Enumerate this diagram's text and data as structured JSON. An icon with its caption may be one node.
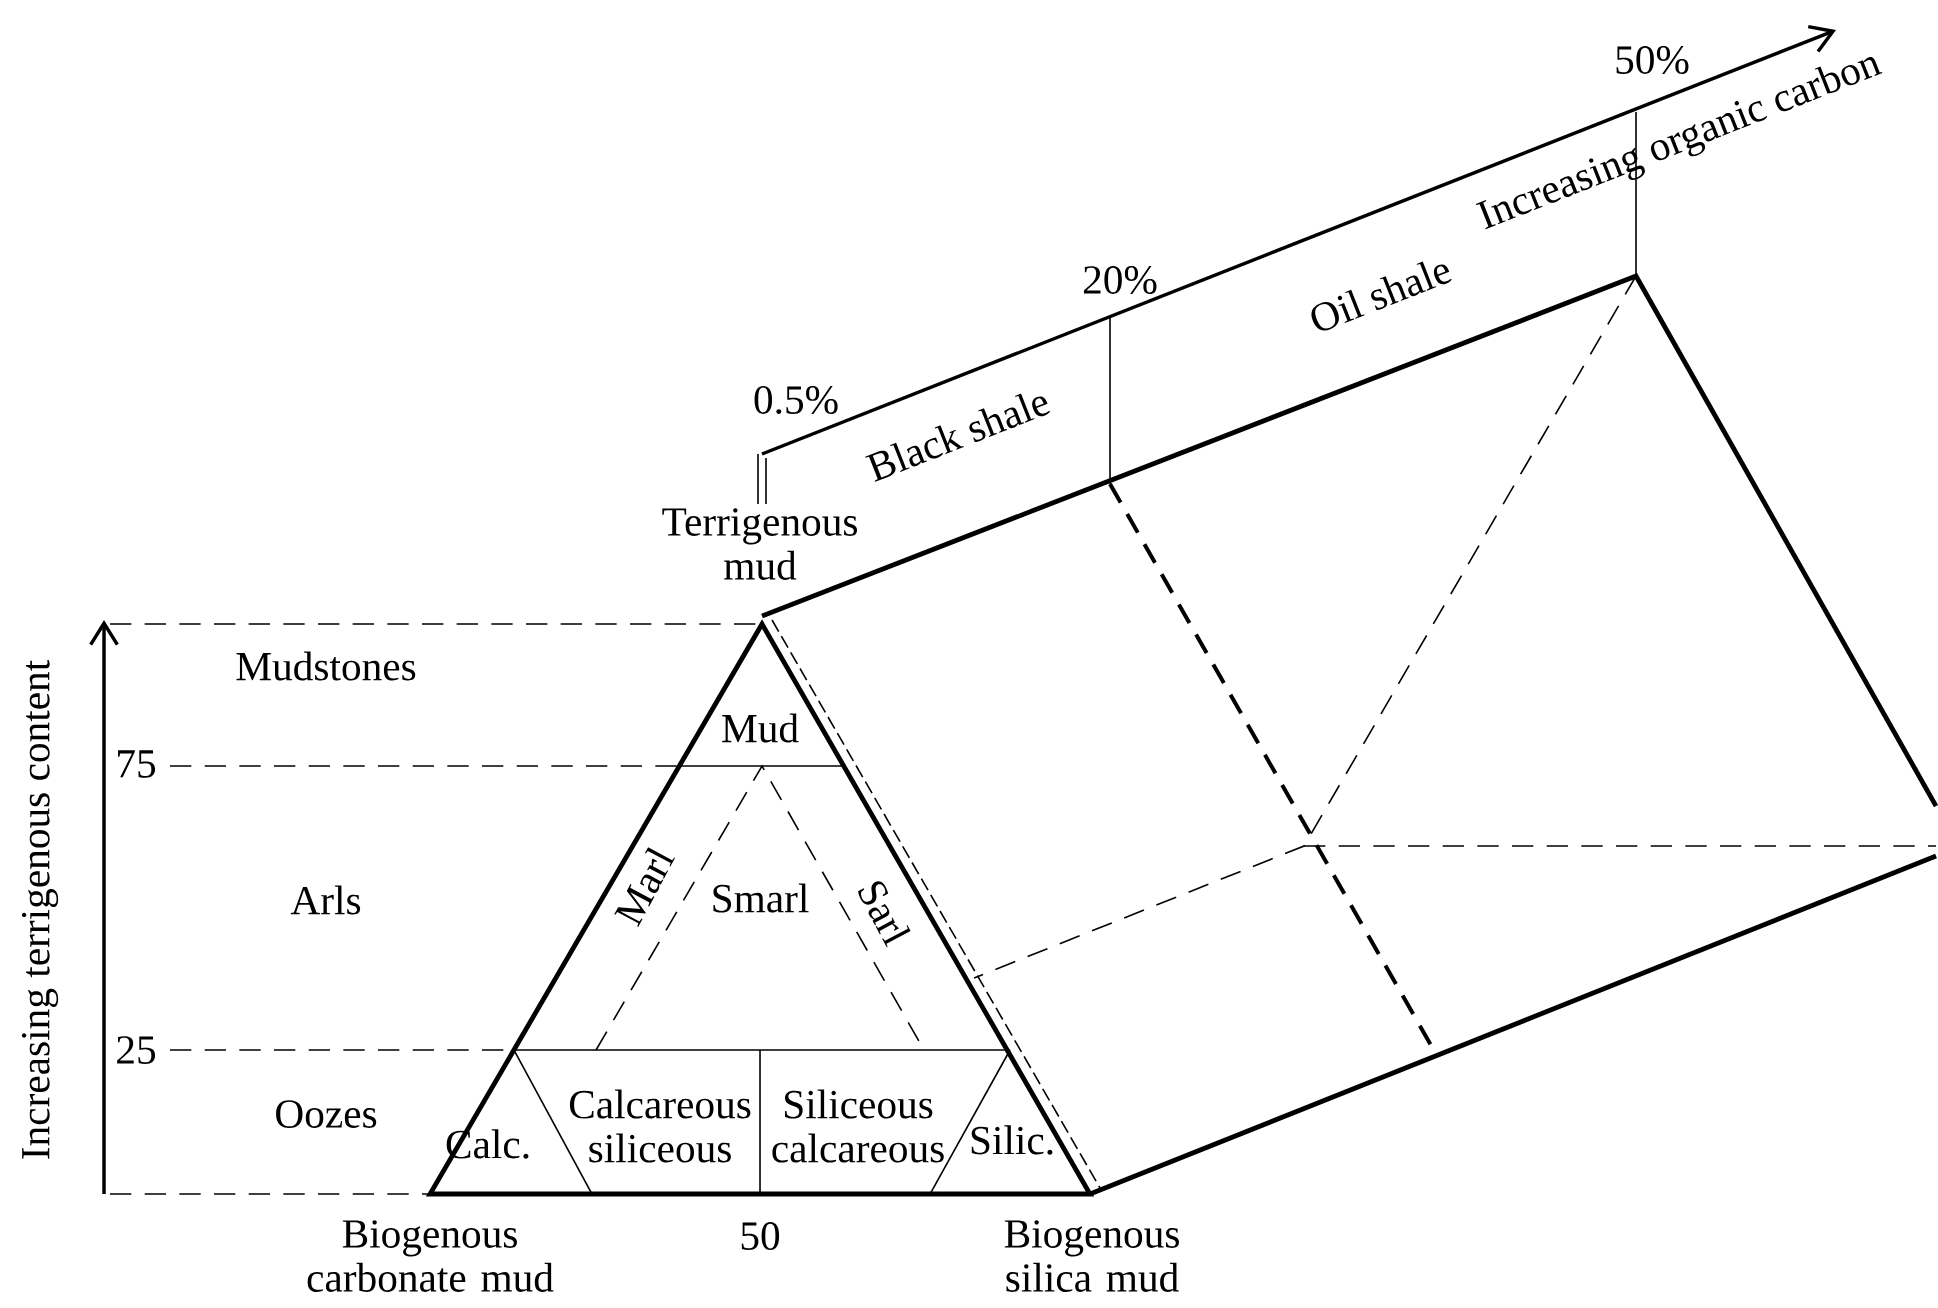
{
  "diagram": {
    "labels": [
      "50%",
      "Increasing organic carbon",
      "Oil shale",
      "20%",
      "0.5%",
      "Black shale",
      "Terrigenous mud",
      "Mudstones",
      "Mud",
      "75",
      "Arls",
      "Marl",
      "Smarl",
      "Sarl",
      "25",
      "Oozes",
      "Calc.",
      "Calcareous siliceous",
      "Siliceous calcareous",
      "Silic.",
      "Increasing terrigenous content",
      "Biogenous carbonate mud",
      "50",
      "Biogenous silica mud"
    ]
  }
}
